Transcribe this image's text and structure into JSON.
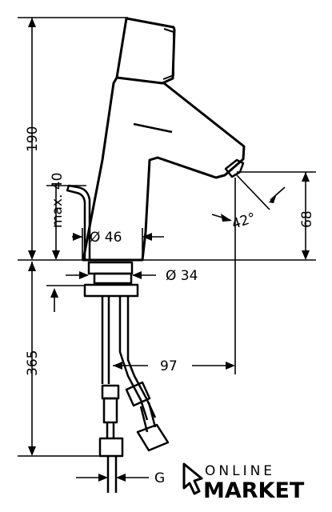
{
  "drawing": {
    "dimensions": {
      "total_height": "190",
      "max_height": "max. 40",
      "spout_height": "68",
      "angle": "42°",
      "body_diameter": "Ø 46",
      "mount_diameter": "Ø 34",
      "hose_length": "365",
      "projection": "97",
      "thread": "G"
    }
  },
  "logo": {
    "line1": "ONLINE",
    "line2": "MARKET"
  }
}
